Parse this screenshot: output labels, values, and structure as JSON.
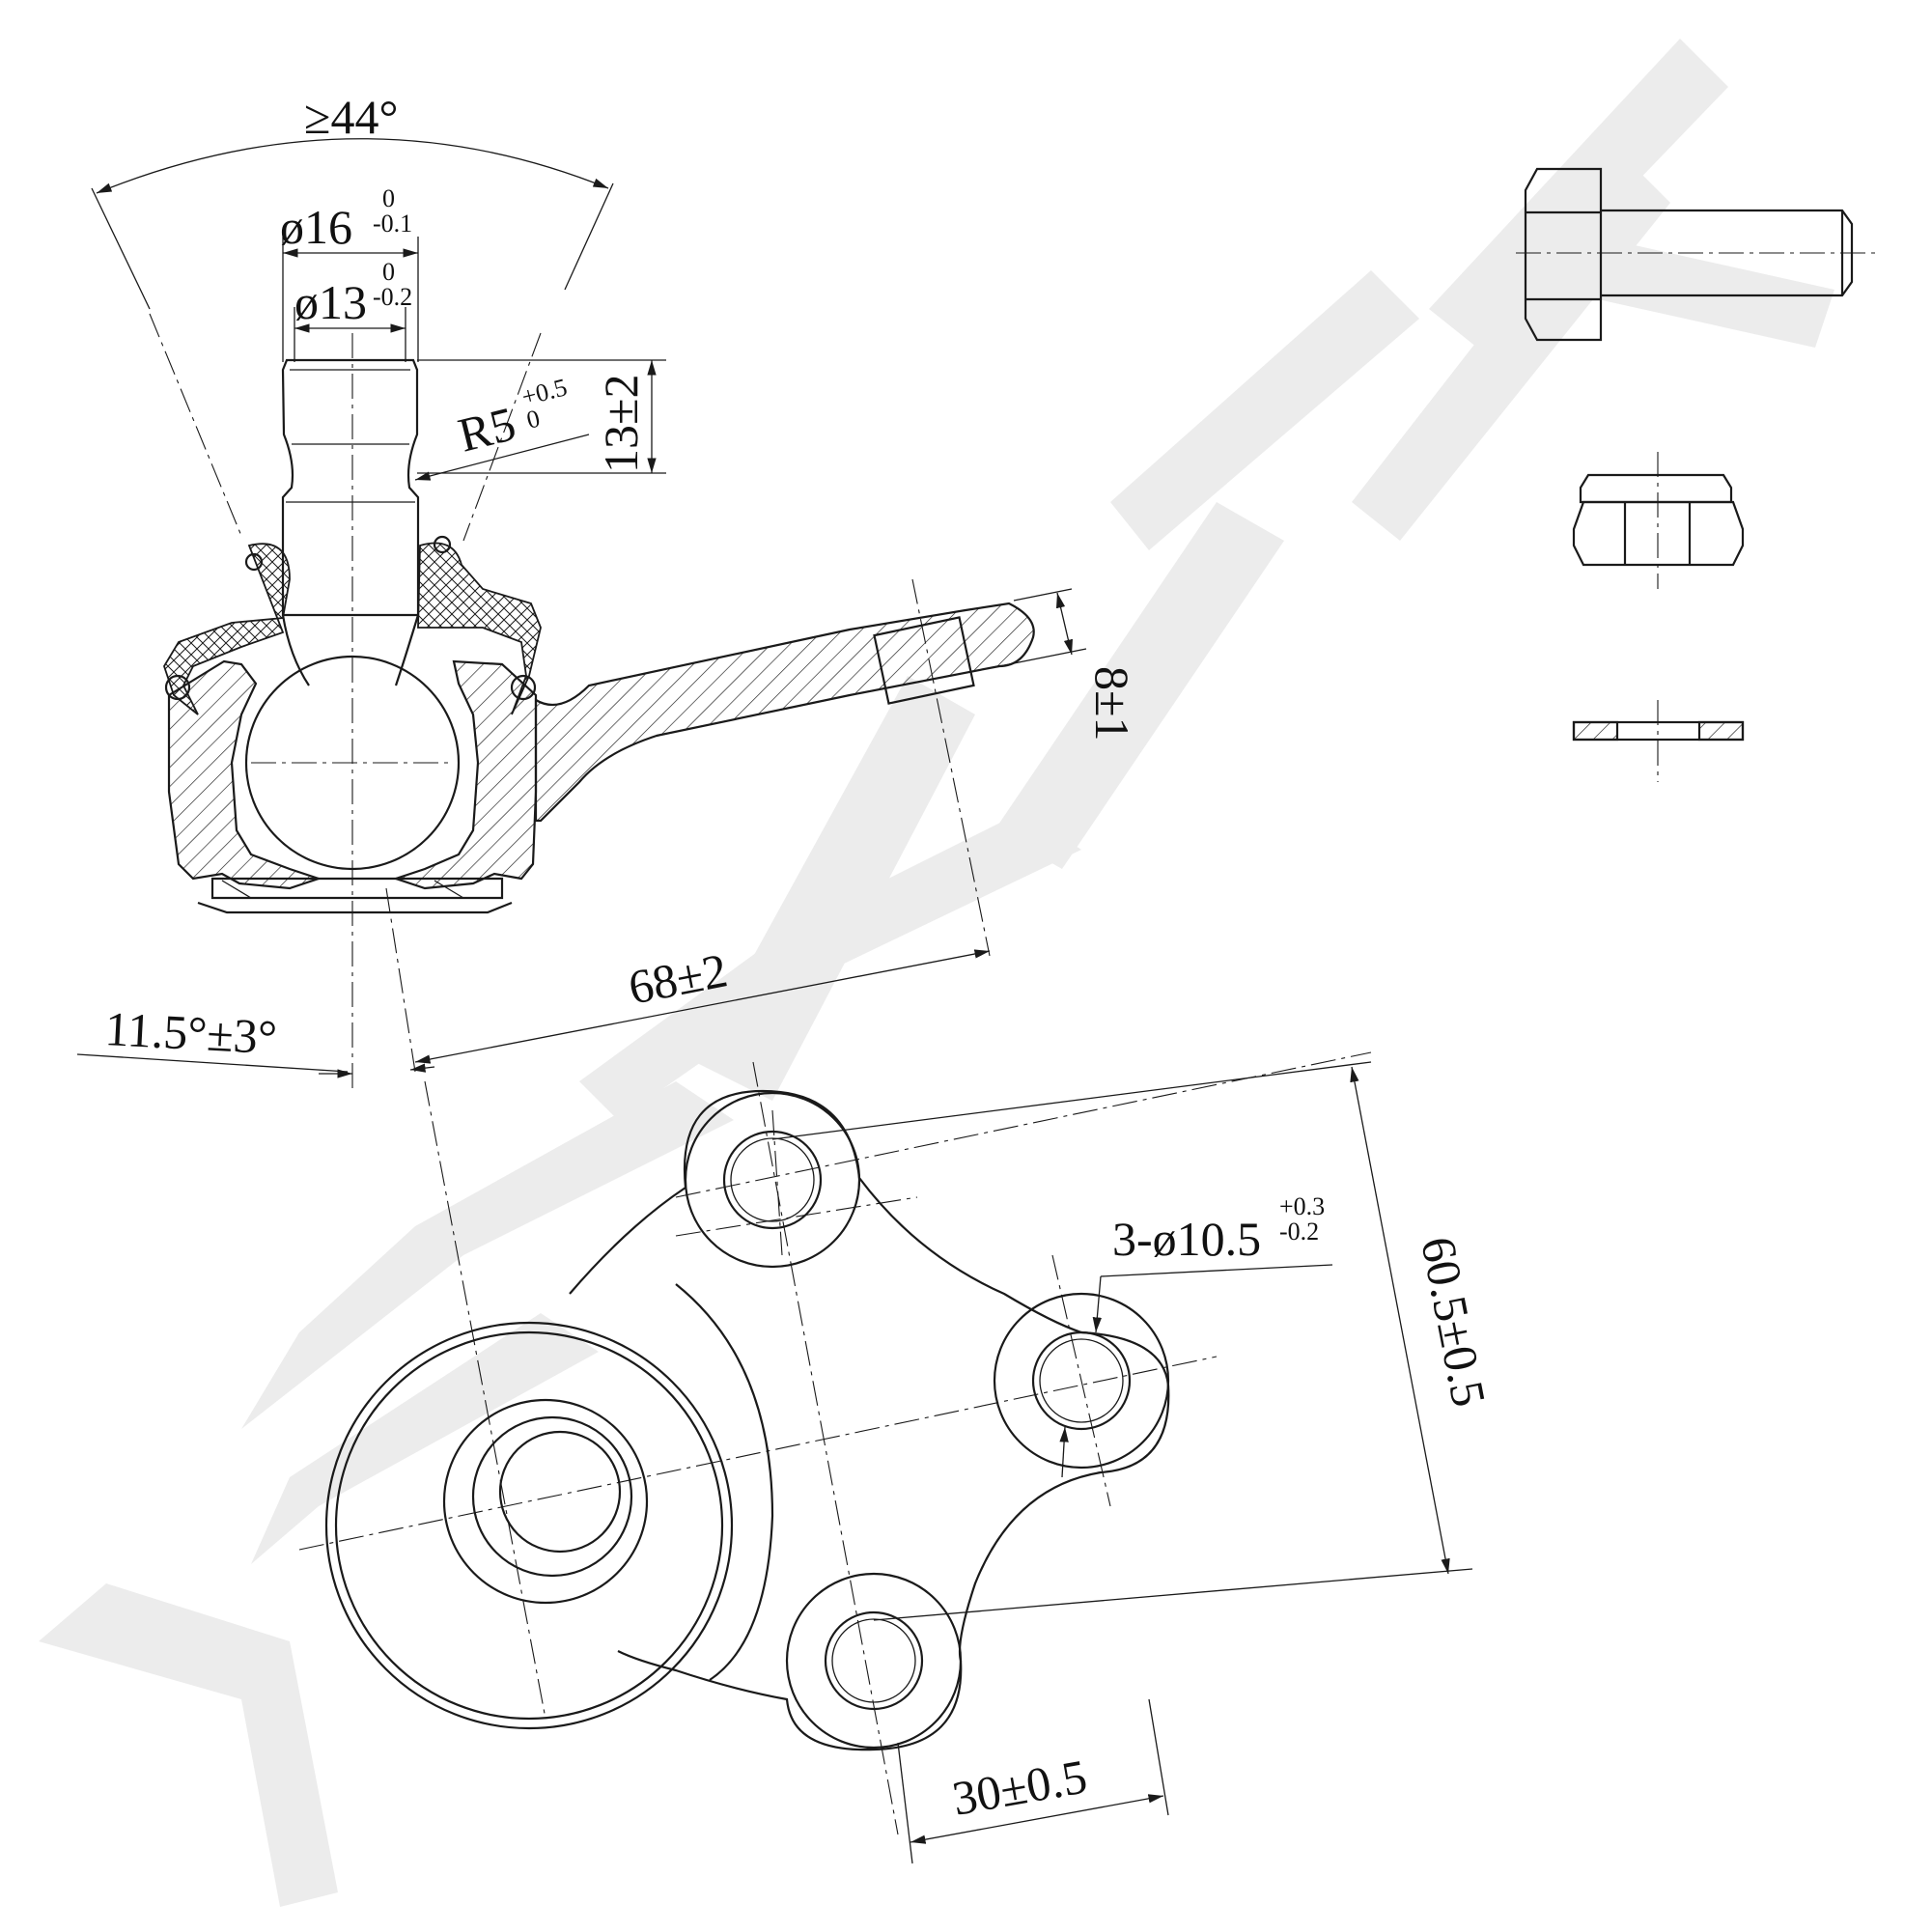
{
  "dimensions": {
    "cone_angle": "≥44°",
    "shank_diameter": {
      "nominal": "ø16",
      "upper": "0",
      "lower": "-0.1"
    },
    "neck_diameter": {
      "nominal": "ø13",
      "upper": "0",
      "lower": "-0.2"
    },
    "groove_radius": {
      "nominal": "R5",
      "upper": "+0.5",
      "lower": "0"
    },
    "thread_length": "13±2",
    "arm_thickness": "8±1",
    "arm_length": "68±2",
    "tilt_angle": "11.5°±3°",
    "hole_diameter": {
      "nominal": "3-ø10.5",
      "upper": "+0.3",
      "lower": "-0.2"
    },
    "hole_spacing_vertical": "60.5±0.5",
    "hole_spacing_horizontal": "30±0.5"
  },
  "colors": {
    "line": "#1a1a1a",
    "watermark": "#ececec",
    "background": "#ffffff"
  },
  "icons": [
    "bolt-icon",
    "lock-nut-icon",
    "washer-icon"
  ]
}
